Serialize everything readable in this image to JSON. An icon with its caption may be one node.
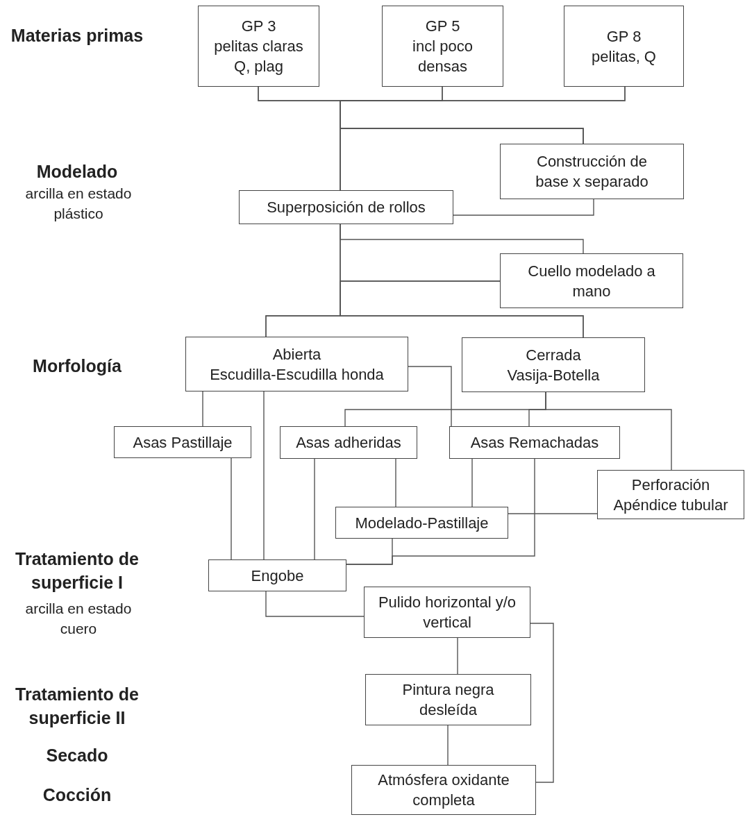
{
  "diagram": {
    "nodes": [
      {
        "text": [
          "GP 3",
          "pelitas claras",
          "Q, plag"
        ]
      },
      {
        "text": [
          "GP 5",
          "incl poco densas"
        ]
      },
      {
        "text": [
          "GP 8",
          "pelitas, Q"
        ]
      },
      {
        "text": [
          "Construcción de base x separado"
        ]
      },
      {
        "text": [
          "Superposición de rollos"
        ]
      },
      {
        "text": [
          "Cuello modelado a mano"
        ]
      },
      {
        "text": [
          "Abierta",
          "Escudilla-Escudilla honda"
        ]
      },
      {
        "text": [
          "Cerrada",
          "Vasija-Botella"
        ]
      },
      {
        "text": [
          "Asas Pastillaje"
        ]
      },
      {
        "text": [
          "Asas adheridas"
        ]
      },
      {
        "text": [
          "Asas Remachadas"
        ]
      },
      {
        "text": [
          "Perforación",
          "Apéndice tubular"
        ]
      },
      {
        "text": [
          "Modelado-Pastillaje"
        ]
      },
      {
        "text": [
          "Engobe"
        ]
      },
      {
        "text": [
          "Pulido horizontal y/o vertical"
        ]
      },
      {
        "text": [
          "Pintura negra desleída"
        ]
      },
      {
        "text": [
          "Atmósfera oxidante completa"
        ]
      }
    ],
    "edges": [
      {
        "from": 0,
        "to": 4,
        "arrow": "none"
      },
      {
        "from": 1,
        "to": 4,
        "arrow": "none"
      },
      {
        "from": 2,
        "to": 4,
        "arrow": "none"
      },
      {
        "from": 0,
        "to": 3,
        "arrow": "none"
      },
      {
        "from": 1,
        "to": 3,
        "arrow": "none"
      },
      {
        "from": 2,
        "to": 3,
        "arrow": "none"
      },
      {
        "from": 3,
        "to": 4,
        "arrow": "none"
      },
      {
        "from": 4,
        "to": 5,
        "arrow": "none"
      },
      {
        "from": 4,
        "to": 6,
        "arrow": "none"
      },
      {
        "from": 4,
        "to": 7,
        "arrow": "none"
      },
      {
        "from": 5,
        "to": 6,
        "arrow": "none"
      },
      {
        "from": 5,
        "to": 7,
        "arrow": "none"
      },
      {
        "from": 6,
        "to": 8,
        "arrow": "none"
      },
      {
        "from": 6,
        "to": 13,
        "arrow": "none"
      },
      {
        "from": 6,
        "to": 10,
        "arrow": "none"
      },
      {
        "from": 7,
        "to": 9,
        "arrow": "none"
      },
      {
        "from": 7,
        "to": 10,
        "arrow": "none"
      },
      {
        "from": 7,
        "to": 11,
        "arrow": "none"
      },
      {
        "from": 8,
        "to": 13,
        "arrow": "none"
      },
      {
        "from": 9,
        "to": 13,
        "arrow": "none"
      },
      {
        "from": 9,
        "to": 12,
        "arrow": "none"
      },
      {
        "from": 10,
        "to": 12,
        "arrow": "none"
      },
      {
        "from": 10,
        "to": 13,
        "arrow": "none"
      },
      {
        "from": 11,
        "to": 12,
        "arrow": "none"
      },
      {
        "from": 12,
        "to": 13,
        "arrow": "none"
      },
      {
        "from": 13,
        "to": 14,
        "arrow": "none"
      },
      {
        "from": 14,
        "to": 15,
        "arrow": "none"
      },
      {
        "from": 15,
        "to": 16,
        "arrow": "none"
      },
      {
        "from": 14,
        "to": 16,
        "arrow": "none"
      }
    ],
    "labels": [
      "Materias primas",
      "Modelado",
      "arcilla en estado plástico",
      "Morfología",
      "Tratamiento de superficie I",
      "arcilla en estado cuero",
      "Tratamiento de superficie II",
      "Secado",
      "Cocción"
    ]
  }
}
